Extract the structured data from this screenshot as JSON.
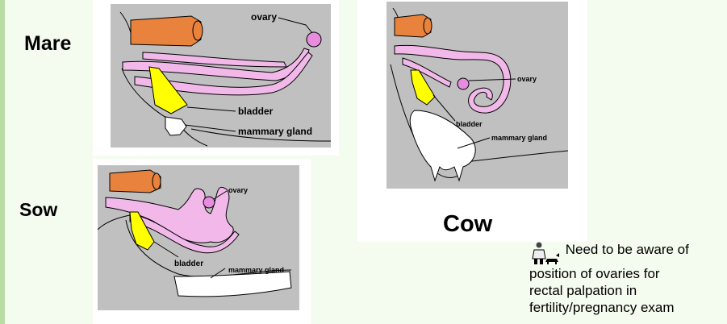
{
  "species": {
    "mare": "Mare",
    "sow": "Sow",
    "cow": "Cow"
  },
  "labels": {
    "ovary": "ovary",
    "bladder": "bladder",
    "mammary_gland": "mammary gland"
  },
  "note": {
    "icon": "veterinarian-with-animals-icon",
    "lines": [
      "Need to be aware of",
      "position of ovaries for",
      "rectal palpation in",
      "fertility/pregnancy exam"
    ]
  },
  "colors": {
    "diagram_bg": "#c0c0c0",
    "rectum": "#e8823c",
    "reproductive_tract": "#f2b8ea",
    "ovary": "#e88ce0",
    "bladder": "#ffff00",
    "mammary_gland": "#ffffff",
    "outline": "#000000"
  }
}
